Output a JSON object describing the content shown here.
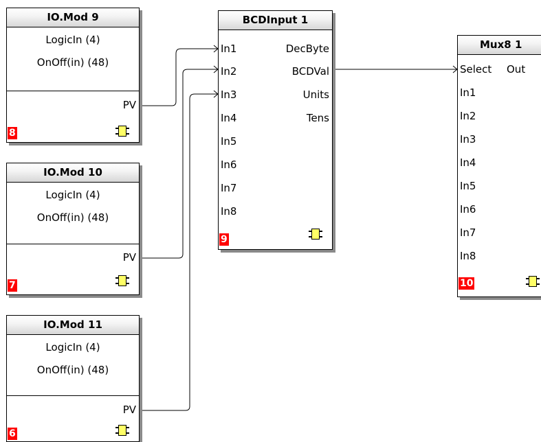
{
  "blocks": {
    "io9": {
      "title": "IO.Mod 9",
      "line1": "LogicIn (4)",
      "line2": "OnOff(in) (48)",
      "output": "PV",
      "badge": "8"
    },
    "io10": {
      "title": "IO.Mod 10",
      "line1": "LogicIn (4)",
      "line2": "OnOff(in) (48)",
      "output": "PV",
      "badge": "7"
    },
    "io11": {
      "title": "IO.Mod 11",
      "line1": "LogicIn (4)",
      "line2": "OnOff(in) (48)",
      "output": "PV",
      "badge": "6"
    },
    "bcd": {
      "title": "BCDInput 1",
      "inputs": [
        "In1",
        "In2",
        "In3",
        "In4",
        "In5",
        "In6",
        "In7",
        "In8"
      ],
      "outputs": [
        "DecByte",
        "BCDVal",
        "Units",
        "Tens"
      ],
      "badge": "9"
    },
    "mux": {
      "title": "Mux8 1",
      "inputs": [
        "Select",
        "In1",
        "In2",
        "In3",
        "In4",
        "In5",
        "In6",
        "In7",
        "In8"
      ],
      "output": "Out",
      "badge": "10"
    }
  },
  "colors": {
    "badge": "#ff0000",
    "chip": "#ffff66",
    "shadow": "#8a8a8a"
  },
  "icons": {
    "chip": "function-block-chip-icon"
  }
}
